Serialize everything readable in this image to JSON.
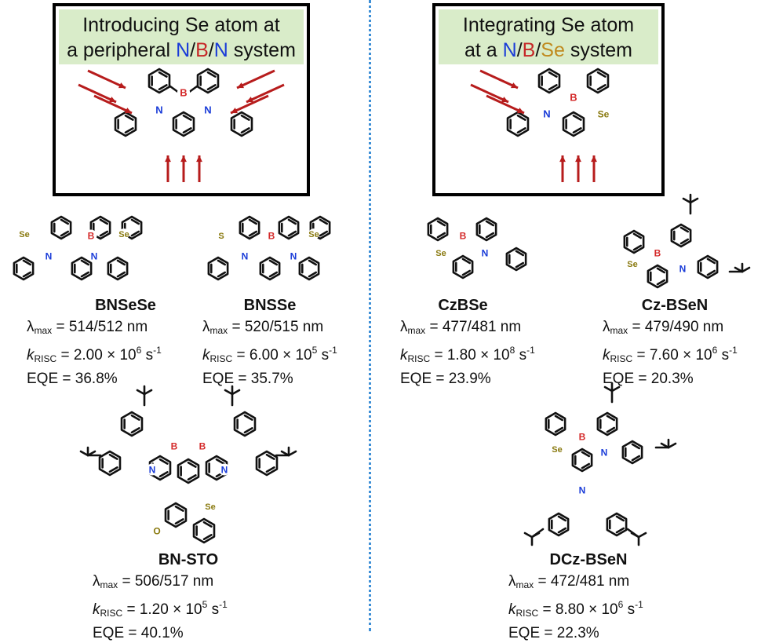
{
  "panels": {
    "left": {
      "line1": "Introducing Se atom at",
      "line2_prefix": "a peripheral ",
      "line2_n1": "N",
      "slash1": "/",
      "line2_b": "B",
      "slash2": "/",
      "line2_n2": "N",
      "line2_suffix": " system"
    },
    "right": {
      "line1": "Integrating Se atom",
      "line2_prefix": "at a ",
      "line2_n": "N",
      "slash1": "/",
      "line2_b": "B",
      "slash2": "/",
      "line2_se": "Se",
      "line2_suffix": " system"
    }
  },
  "atom_labels": {
    "boron": "B",
    "nitrogen": "N",
    "selenium": "Se",
    "sulfur": "S",
    "oxygen": "O"
  },
  "property_labels": {
    "lambda": "λ",
    "lambda_sub": "max",
    "k": "k",
    "k_sub": "RISC",
    "eqe": "EQE",
    "unit_nm": "nm",
    "unit_s": "s",
    "unit_s_exp": "-1"
  },
  "compounds": [
    {
      "name": "BNSeSe",
      "lambda": "514/512",
      "k_mant": "2.00",
      "k_exp": "6",
      "eqe": "36.8%"
    },
    {
      "name": "BNSSe",
      "lambda": "520/515",
      "k_mant": "6.00",
      "k_exp": "5",
      "eqe": "35.7%"
    },
    {
      "name": "CzBSe",
      "lambda": "477/481",
      "k_mant": "1.80",
      "k_exp": "8",
      "eqe": "23.9%"
    },
    {
      "name": "Cz-BSeN",
      "lambda": "479/490",
      "k_mant": "7.60",
      "k_exp": "6",
      "eqe": "20.3%"
    },
    {
      "name": "BN-STO",
      "lambda": "506/517",
      "k_mant": "1.20",
      "k_exp": "5",
      "eqe": "40.1%"
    },
    {
      "name": "DCz-BSeN",
      "lambda": "472/481",
      "k_mant": "8.80",
      "k_exp": "6",
      "eqe": "22.3%"
    }
  ],
  "colors": {
    "boron": "#d42a2a",
    "nitrogen": "#1a3cd8",
    "selenium": "#8a7a10",
    "oxygen": "#8a7a10",
    "arrow": "#b71c1c",
    "divider": "#3d8fd6",
    "header_bg": "#d9ecc9"
  }
}
